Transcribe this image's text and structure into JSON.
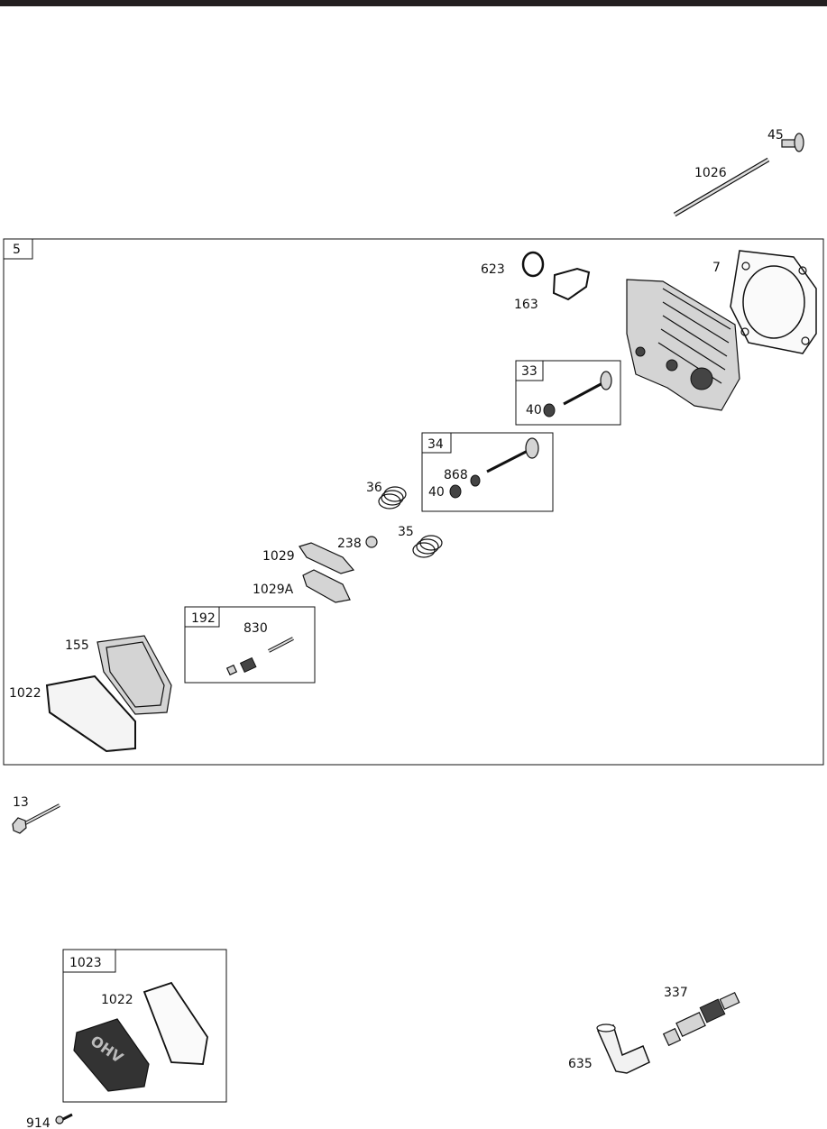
{
  "callouts": {
    "c45": "45",
    "c1026": "1026",
    "c5": "5",
    "c623": "623",
    "c163": "163",
    "c7": "7",
    "c33": "33",
    "c40a": "40",
    "c34": "34",
    "c868": "868",
    "c40b": "40",
    "c36": "36",
    "c238": "238",
    "c35": "35",
    "c1029": "1029",
    "c1029A": "1029A",
    "c192": "192",
    "c830": "830",
    "c155": "155",
    "c1022a": "1022",
    "c13": "13",
    "c1023": "1023",
    "c1022b": "1022",
    "c914": "914",
    "c337": "337",
    "c635": "635"
  },
  "cover_logo_text": "OHV"
}
